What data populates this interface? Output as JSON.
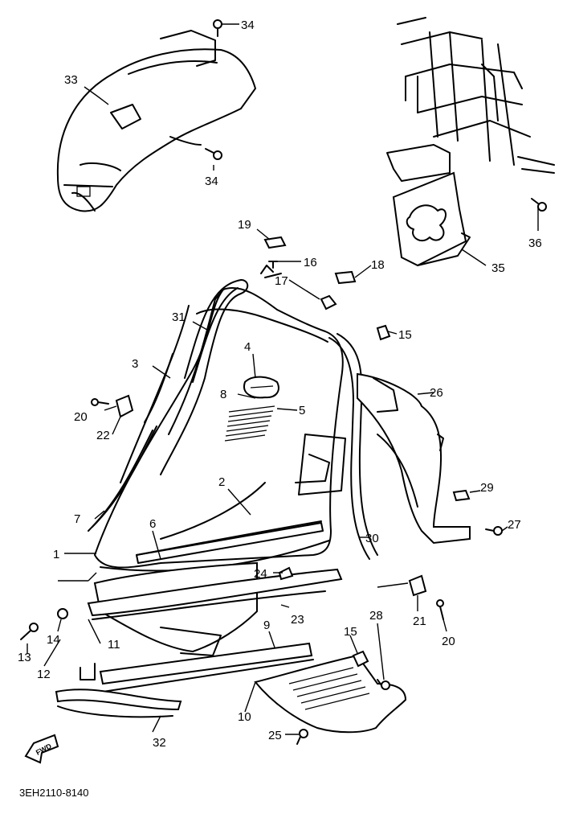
{
  "labels": {
    "p1": "1",
    "p2": "2",
    "p3": "3",
    "p4": "4",
    "p5": "5",
    "p6": "6",
    "p7": "7",
    "p8": "8",
    "p9": "9",
    "p10": "10",
    "p11": "11",
    "p12": "12",
    "p13": "13",
    "p14": "14",
    "p15a": "15",
    "p15b": "15",
    "p16": "16",
    "p17": "17",
    "p18": "18",
    "p19": "19",
    "p20a": "20",
    "p20b": "20",
    "p21": "21",
    "p22": "22",
    "p23": "23",
    "p24": "24",
    "p25": "25",
    "p26": "26",
    "p27": "27",
    "p28": "28",
    "p29": "29",
    "p30": "30",
    "p31": "31",
    "p32": "32",
    "p33": "33",
    "p34a": "34",
    "p34b": "34",
    "p35": "35",
    "p36": "36"
  },
  "fwd_arrow": {
    "text": "FWD",
    "icon": "forward-arrow-icon"
  },
  "diagram_code": "3EH2110-8140"
}
